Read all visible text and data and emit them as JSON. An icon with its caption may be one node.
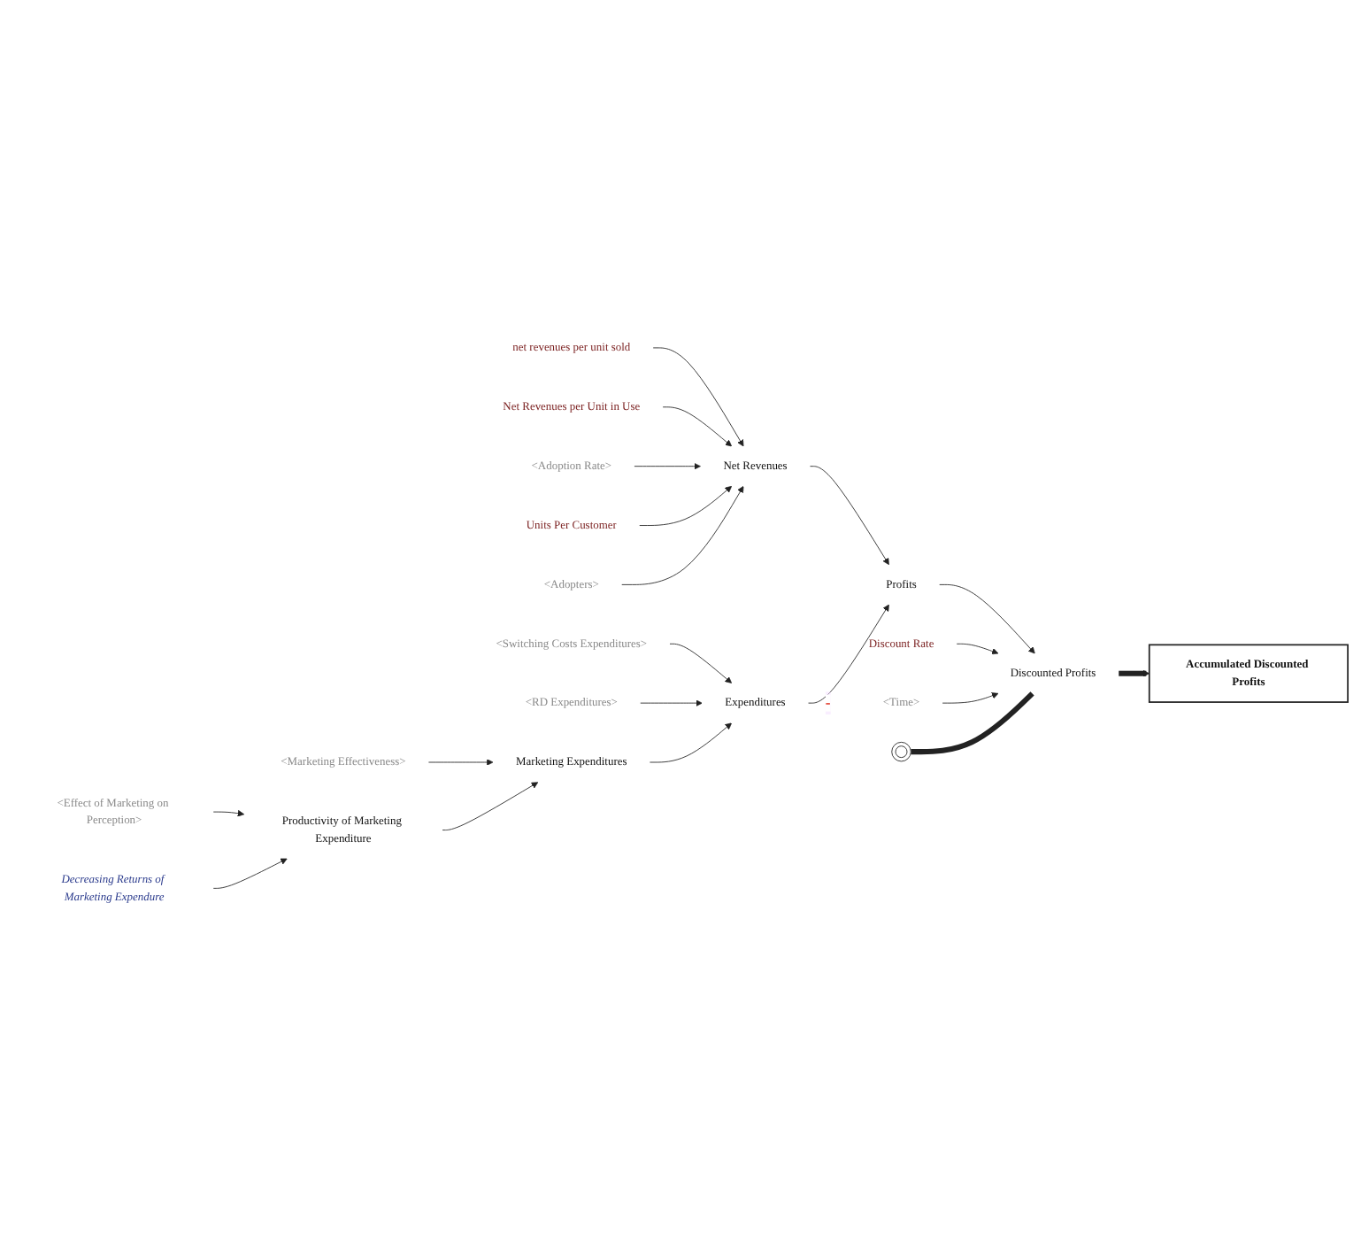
{
  "diagram": {
    "nodes": [
      {
        "text": [
          "net revenues per unit sold"
        ]
      },
      {
        "text": [
          "Net Revenues per Unit in Use"
        ]
      },
      {
        "text": [
          "<Adoption Rate>"
        ]
      },
      {
        "text": [
          "Units Per Customer"
        ]
      },
      {
        "text": [
          "Discount Rate"
        ]
      },
      {
        "text": [
          "Net Revenues"
        ]
      },
      {
        "text": [
          "<Adopters>"
        ]
      },
      {
        "text": [
          "<Time>"
        ]
      },
      {
        "text": [
          "Profits"
        ]
      },
      {
        "text": [],
        "shape": "cloud"
      },
      {
        "text": [
          "Discounted Profits"
        ]
      },
      {
        "text": [
          "<Switching Costs Expenditures>"
        ]
      },
      {
        "text": [
          "Expenditures"
        ]
      },
      {
        "text": [
          "Accumulated Discounted Profits"
        ]
      },
      {
        "text": [
          "<RD Expenditures>"
        ]
      },
      {
        "text": [
          "<Marketing Effectiveness>"
        ]
      },
      {
        "text": [
          "Marketing Expenditures"
        ]
      },
      {
        "text": [
          "<Effect of Marketing on Perception>"
        ]
      },
      {
        "text": [
          "Decreasing Returns of Marketing Expendure"
        ]
      },
      {
        "text": [
          "Productivity of Marketing Expenditure"
        ]
      }
    ],
    "edges": [
      {
        "from": 0,
        "to": 5,
        "arrow": "to"
      },
      {
        "from": 1,
        "to": 5,
        "arrow": "to"
      },
      {
        "from": 2,
        "to": 5,
        "arrow": "to"
      },
      {
        "from": 3,
        "to": 5,
        "arrow": "to"
      },
      {
        "from": 6,
        "to": 5,
        "arrow": "to"
      },
      {
        "from": 5,
        "to": 8,
        "arrow": "to"
      },
      {
        "from": 8,
        "to": 10,
        "arrow": "to"
      },
      {
        "from": 4,
        "to": 10,
        "arrow": "to"
      },
      {
        "from": 7,
        "to": 10,
        "arrow": "to"
      },
      {
        "from": 9,
        "to": 10,
        "arrow": "none",
        "style": "thick"
      },
      {
        "from": 10,
        "to": 13,
        "arrow": "to",
        "style": "thick"
      },
      {
        "from": 11,
        "to": 12,
        "arrow": "to"
      },
      {
        "from": 14,
        "to": 12,
        "arrow": "to"
      },
      {
        "from": 12,
        "to": 8,
        "arrow": "to",
        "label": "-"
      },
      {
        "from": 16,
        "to": 12,
        "arrow": "to"
      },
      {
        "from": 15,
        "to": 16,
        "arrow": "to"
      },
      {
        "from": 19,
        "to": 16,
        "arrow": "to"
      },
      {
        "from": 17,
        "to": 19,
        "arrow": "to"
      },
      {
        "from": 18,
        "to": 19,
        "arrow": "to"
      }
    ]
  }
}
